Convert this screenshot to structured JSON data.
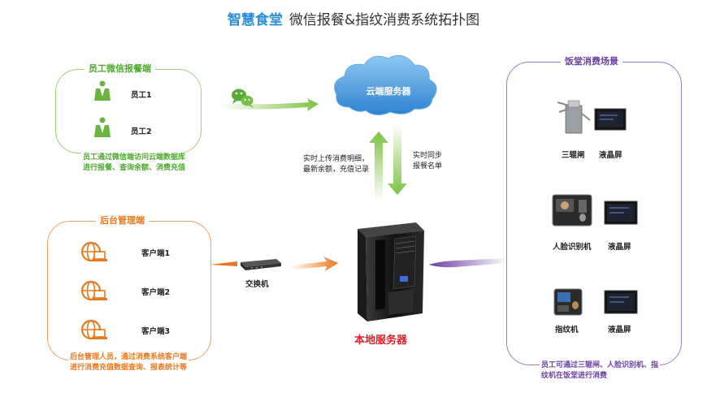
{
  "title": {
    "brand": "智慧食堂",
    "rest": "微信报餐&指纹消费系统拓扑图"
  },
  "employee_panel": {
    "title": "员工微信报餐端",
    "employees": [
      "员工1",
      "员工2"
    ],
    "note_lines": [
      "员工通过微信端访问云端数据库",
      "进行报餐、查询余额、消费充值"
    ]
  },
  "admin_panel": {
    "title": "后台管理端",
    "clients": [
      "客户端1",
      "客户端2",
      "客户端3"
    ],
    "note_lines": [
      "后台管理人员，通过消费系统客户端",
      "进行消费充值数据查询、报表统计等"
    ]
  },
  "cloud": {
    "label": "云端服务器"
  },
  "upload_note": [
    "实时上传消费明细，",
    "最新余额，充值记录"
  ],
  "sync_note": [
    "实时同步",
    "报餐名单"
  ],
  "switch": {
    "label": "交换机"
  },
  "server": {
    "label": "本地服务器"
  },
  "canteen_panel": {
    "title": "饭堂消费场景",
    "devices": [
      {
        "name": "三辊闸",
        "screen": "液晶屏"
      },
      {
        "name": "人脸识别机",
        "screen": "液晶屏"
      },
      {
        "name": "指纹机",
        "screen": "液晶屏"
      }
    ],
    "note_lines": [
      "员工可通过三辊闸、人脸识别机、指",
      "纹机在饭堂进行消费"
    ]
  },
  "colors": {
    "employee_green": "#7dc243",
    "employee_title": "#4caa2e",
    "admin_orange": "#e8781e",
    "canteen_purple": "#6b3fa0",
    "cloud_blue": "#2a85d0",
    "server_red": "#e0202a"
  }
}
